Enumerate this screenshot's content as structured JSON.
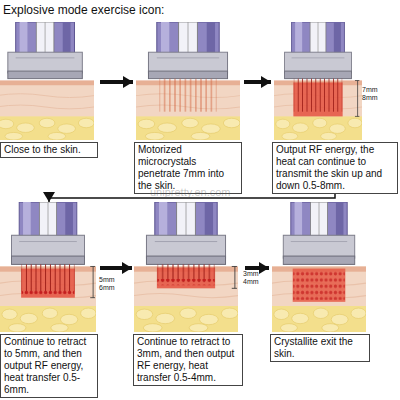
{
  "diagram": {
    "title": "Explosive mode exercise icon:",
    "nodes": [
      {
        "text": [
          "Close to the skin."
        ]
      },
      {
        "text": [
          "Motorized microcrystals penetrate 7mm into the skin."
        ]
      },
      {
        "text": [
          "Output RF energy, the heat can continue to transmit the skin up and down 0.5-8mm."
        ]
      },
      {
        "text": [
          "Continue to retract to 5mm, and then output RF energy, heat transfer 0.5-6mm."
        ]
      },
      {
        "text": [
          "Continue to retract to 3mm, and then output RF energy, heat transfer 0.5-4mm."
        ]
      },
      {
        "text": [
          "Crystallite exit the skin."
        ]
      }
    ],
    "edges": [
      {
        "from": 0,
        "to": 1,
        "arrow": "to"
      },
      {
        "from": 1,
        "to": 2,
        "arrow": "to"
      },
      {
        "from": 2,
        "to": 3,
        "arrow": "to"
      },
      {
        "from": 3,
        "to": 4,
        "arrow": "to"
      },
      {
        "from": 4,
        "to": 5,
        "arrow": "to"
      }
    ],
    "labels": [
      "7mm",
      "8mm",
      "5mm",
      "6mm",
      "3mm",
      "4mm",
      "unipretty.en.com"
    ]
  }
}
